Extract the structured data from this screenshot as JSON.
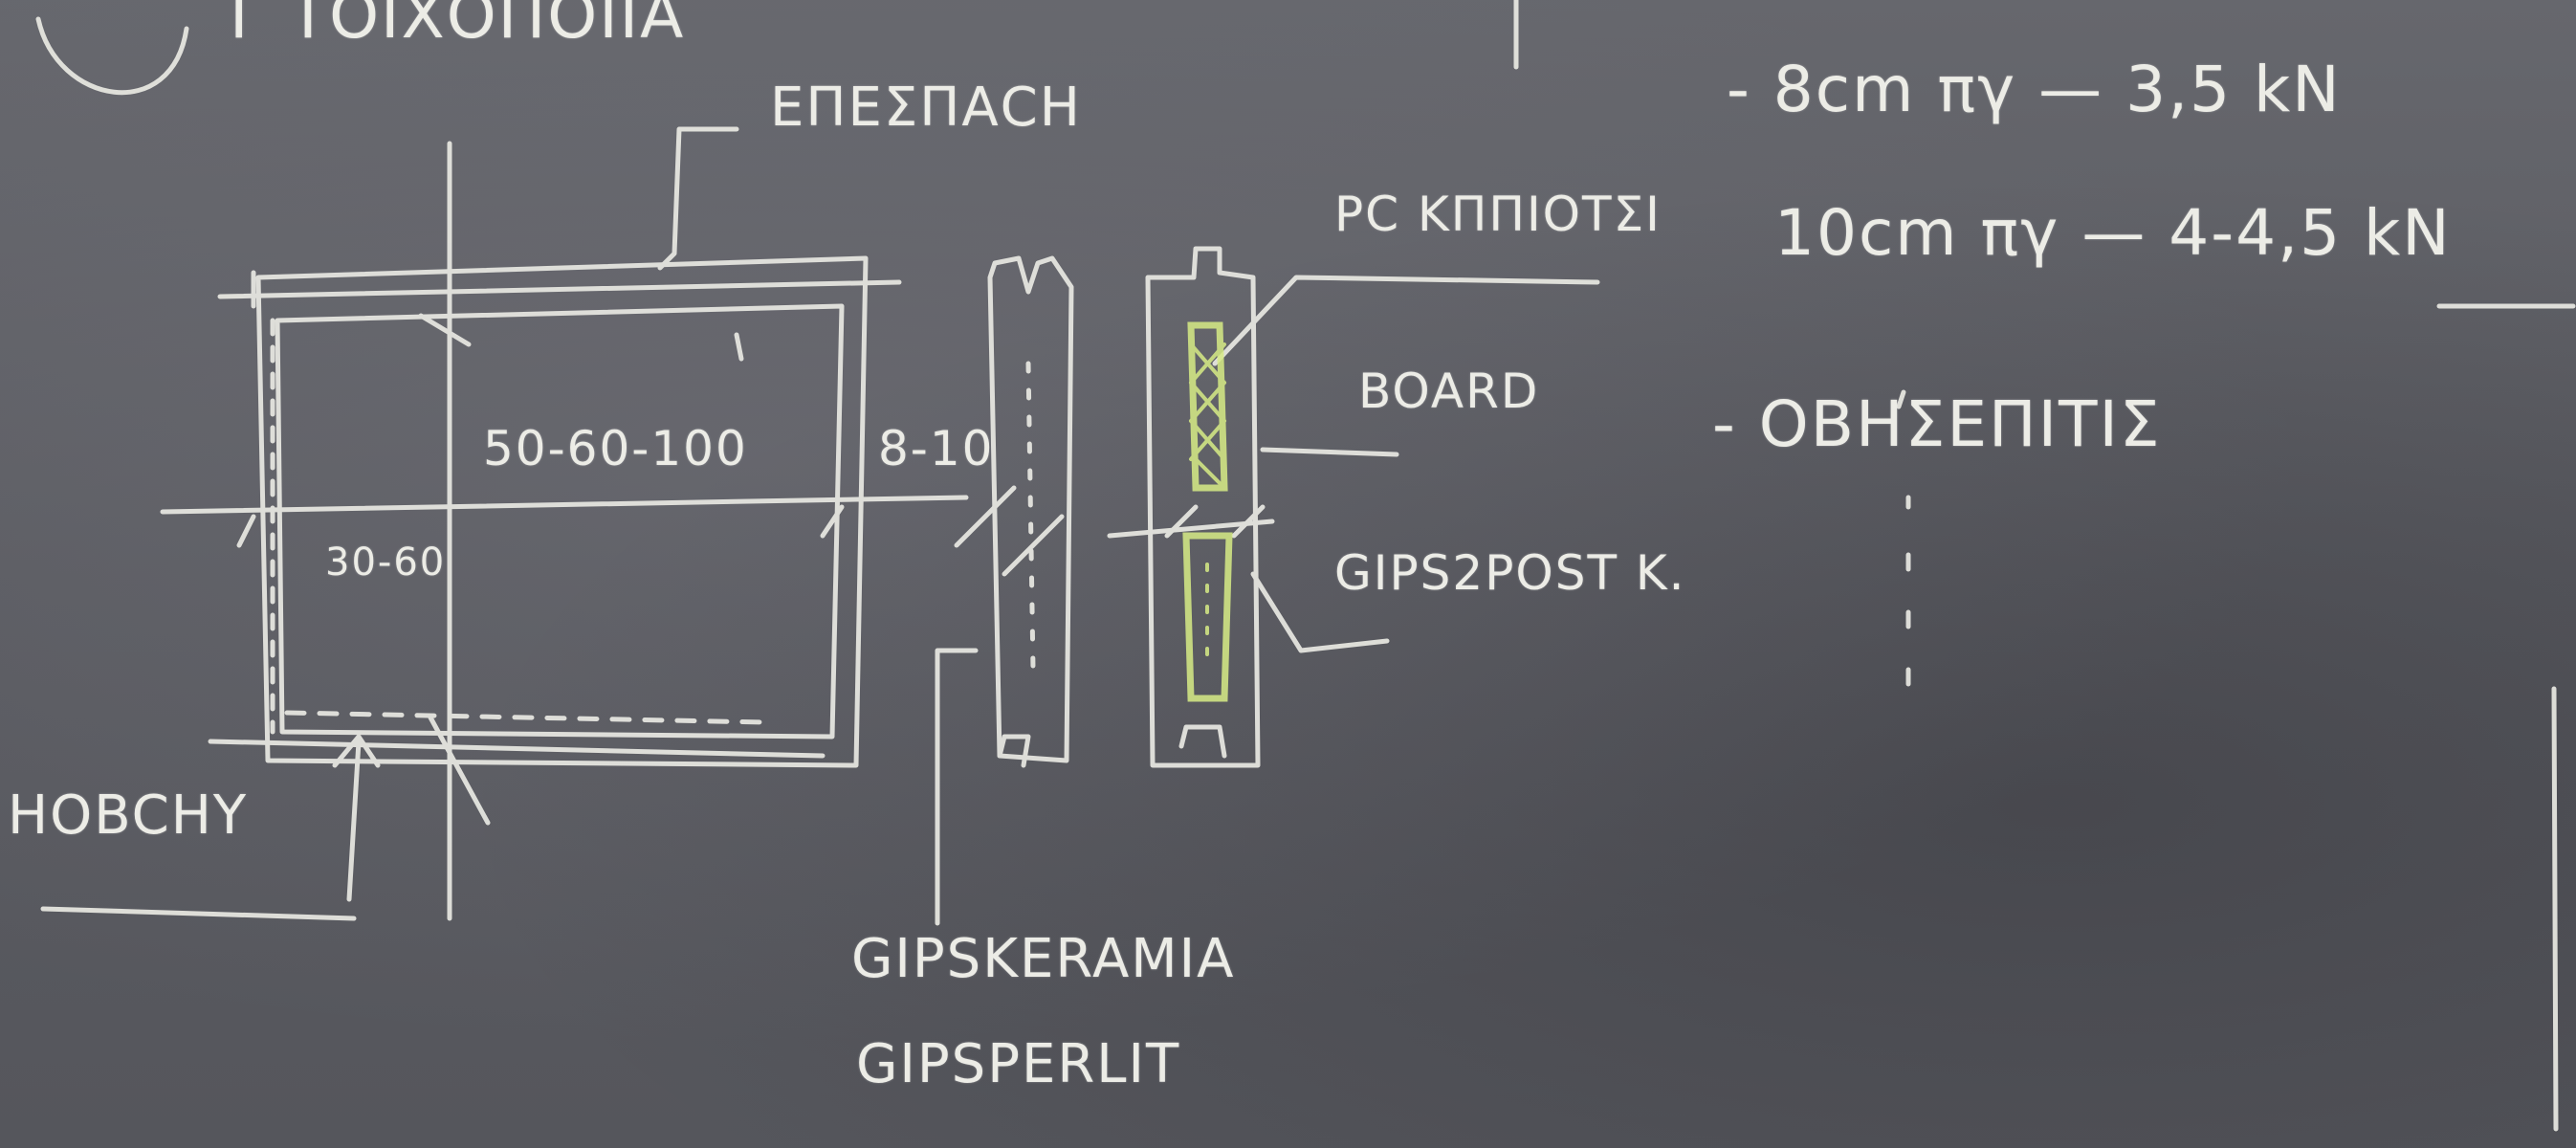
{
  "board": {
    "top_heading": "Γ ΤΟΙΧΟΠΟΙΪΑ",
    "label_top_finish": "EПЕΣПАСH",
    "dim_main": "50-60-100",
    "dim_inner": "30-60",
    "dim_thickness": "8-10",
    "label_left": "HOBCHY",
    "label_reinforcement": "PC ΚΠΠΙΟΤΣΙ",
    "label_board": "BOARD",
    "label_plaster_post": "GIPS2POST K.",
    "label_bottom_1": "GIPSKERAMIA",
    "label_bottom_2": "GIPSPERLIT",
    "note_1": "- 8cm πγ — 3,5 kN",
    "note_2": "10cm πγ — 4-4,5 kN",
    "note_3": "- ΟΒΗΣΕΠΙΤΙΣ"
  },
  "colors": {
    "board_bg": "#5c5d63",
    "chalk": "#ecece6",
    "chalk_yellow": "#d7ec86"
  }
}
